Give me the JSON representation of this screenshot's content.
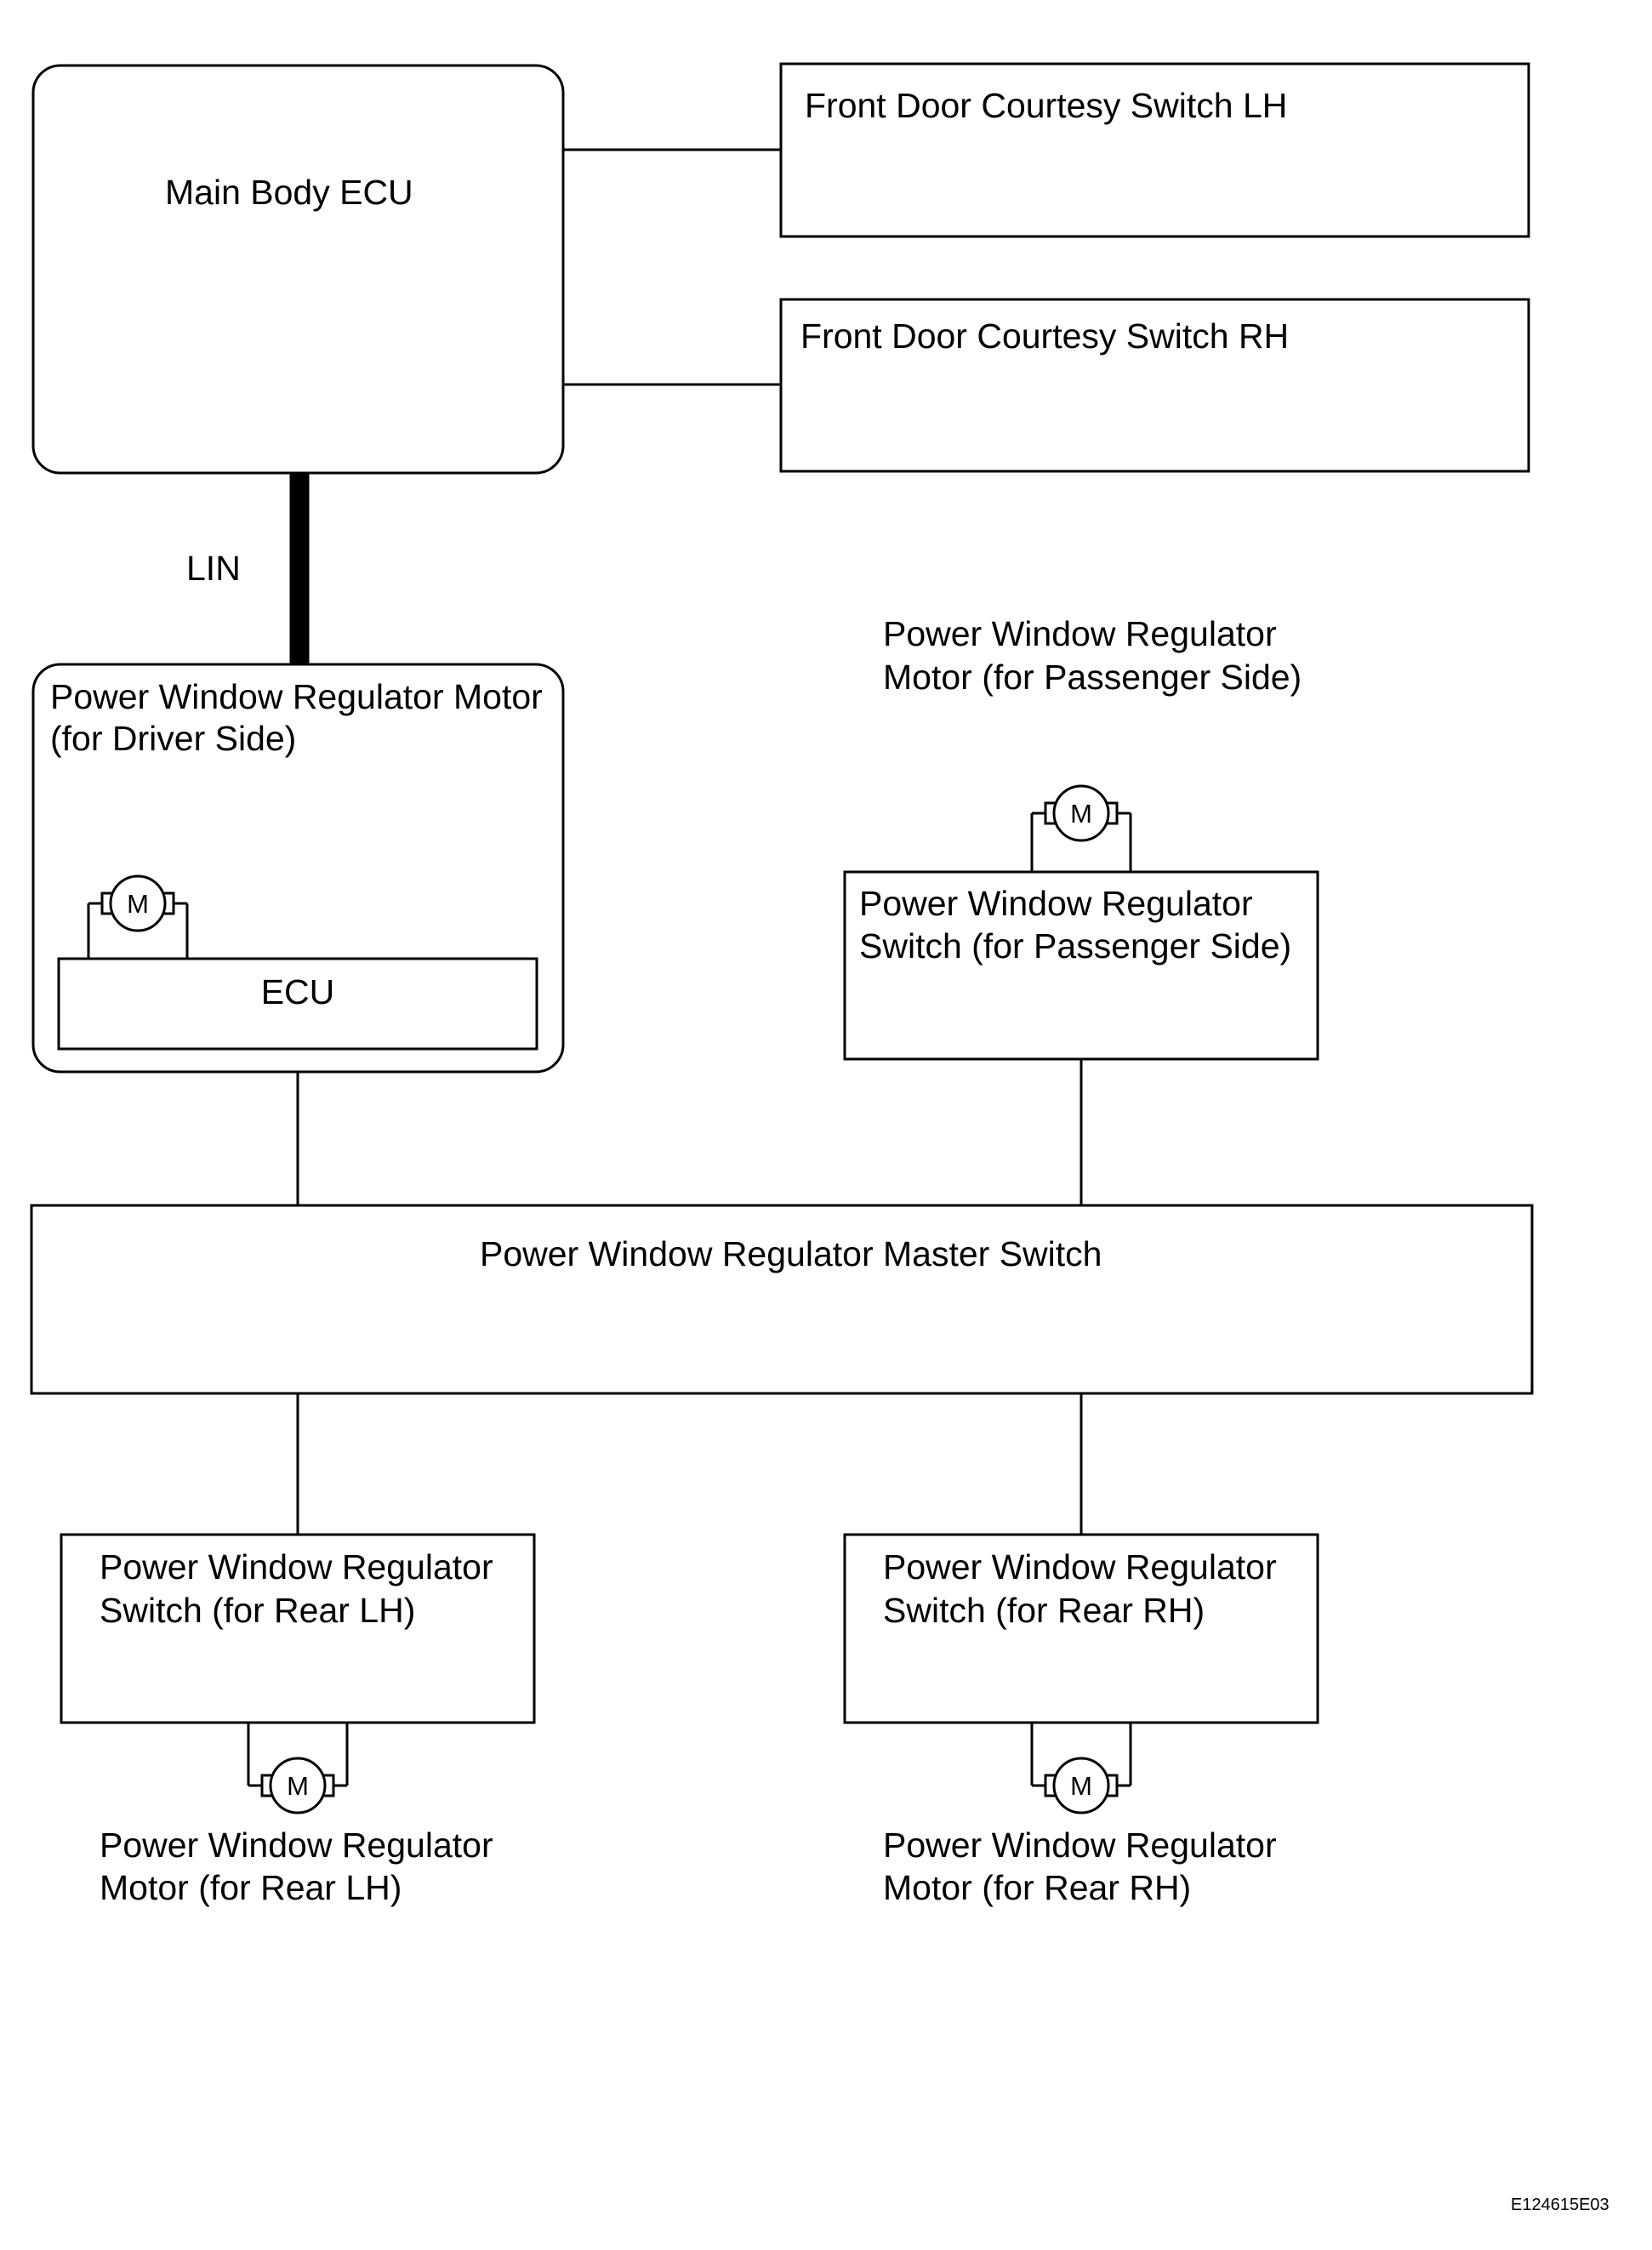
{
  "colors": {
    "line": "#000000",
    "background": "#ffffff"
  },
  "main_body_ecu": {
    "label": "Main Body ECU"
  },
  "front_door_courtesy_switch_lh": {
    "label": "Front Door Courtesy Switch LH"
  },
  "front_door_courtesy_switch_rh": {
    "label": "Front Door Courtesy Switch RH"
  },
  "lin_bus": {
    "label": "LIN"
  },
  "driver_side_motor": {
    "label_lines": [
      "Power Window Regulator Motor",
      "(for Driver Side)"
    ],
    "ecu_label": "ECU",
    "motor_symbol": "M"
  },
  "passenger_side_motor": {
    "label_lines": [
      "Power Window Regulator",
      "Motor (for Passenger Side)"
    ],
    "motor_symbol": "M"
  },
  "passenger_side_switch": {
    "label_lines": [
      "Power Window Regulator",
      "Switch (for Passenger Side)"
    ]
  },
  "master_switch": {
    "label": "Power Window Regulator Master Switch"
  },
  "rear_lh_switch": {
    "label_lines": [
      "Power Window Regulator",
      "Switch (for Rear LH)"
    ]
  },
  "rear_rh_switch": {
    "label_lines": [
      "Power Window Regulator",
      "Switch (for Rear RH)"
    ]
  },
  "rear_lh_motor": {
    "label_lines": [
      "Power Window Regulator",
      "Motor (for Rear LH)"
    ],
    "motor_symbol": "M"
  },
  "rear_rh_motor": {
    "label_lines": [
      "Power Window Regulator",
      "Motor (for Rear RH)"
    ],
    "motor_symbol": "M"
  },
  "figure_id": "E124615E03"
}
